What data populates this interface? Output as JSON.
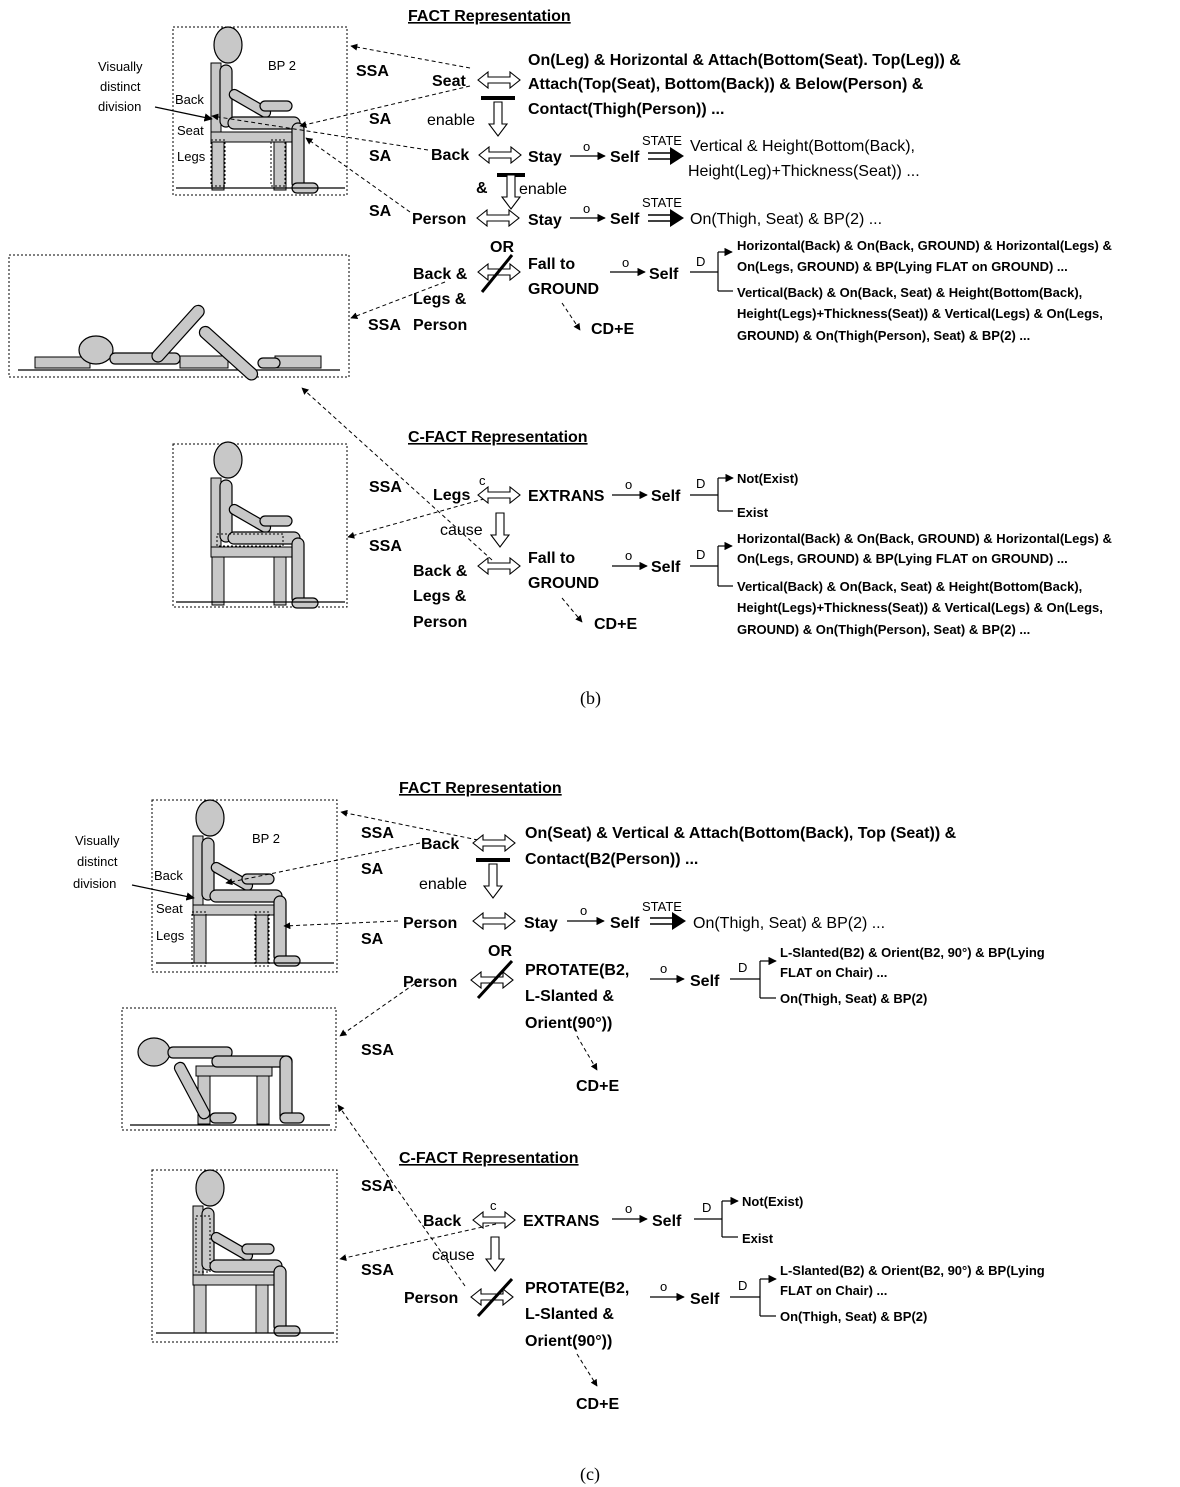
{
  "panel_b": {
    "fact_heading": "FACT Representation",
    "cfact_heading": "C-FACT Representation",
    "caption": "(b)",
    "figure_labels": {
      "visually_distinct_division": [
        "Visually",
        "distinct",
        "division"
      ],
      "bp2": "BP 2",
      "back": "Back",
      "seat": "Seat",
      "legs": "Legs"
    },
    "relations": {
      "ssa": "SSA",
      "sa": "SA",
      "enable": "enable",
      "cause": "cause",
      "or": "OR",
      "amp": "&",
      "o": "o",
      "d": "D",
      "c": "c",
      "state": "STATE",
      "cde": "CD+E"
    },
    "fact": {
      "seat_entity": "Seat",
      "seat_desc": [
        "On(Leg) & Horizontal & Attach(Bottom(Seat). Top(Leg)) &",
        "Attach(Top(Seat), Bottom(Back)) & Below(Person) &",
        "Contact(Thigh(Person)) ..."
      ],
      "back_entity": "Back",
      "stay": "Stay",
      "self": "Self",
      "back_state": [
        "Vertical & Height(Bottom(Back),",
        "Height(Leg)+Thickness(Seat)) ..."
      ],
      "person_entity": "Person",
      "person_state": "On(Thigh, Seat) & BP(2) ...",
      "group_entity": [
        "Back &",
        "Legs &",
        "Person"
      ],
      "fall": [
        "Fall to",
        "GROUND"
      ],
      "outcome1": [
        "Horizontal(Back) & On(Back, GROUND) & Horizontal(Legs) &",
        "On(Legs, GROUND) & BP(Lying FLAT on GROUND) ..."
      ],
      "outcome2": [
        "Vertical(Back) & On(Back, Seat) & Height(Bottom(Back),",
        "Height(Legs)+Thickness(Seat)) & Vertical(Legs) & On(Legs,",
        "GROUND) & On(Thigh(Person), Seat) & BP(2) ..."
      ]
    },
    "cfact": {
      "legs_entity": "Legs",
      "extrans": "EXTRANS",
      "self": "Self",
      "not_exist": "Not(Exist)",
      "exist": "Exist",
      "group_entity": [
        "Back &",
        "Legs &",
        "Person"
      ],
      "fall": [
        "Fall to",
        "GROUND"
      ],
      "outcome1": [
        "Horizontal(Back) & On(Back, GROUND) & Horizontal(Legs) &",
        "On(Legs, GROUND) & BP(Lying FLAT on GROUND) ..."
      ],
      "outcome2": [
        "Vertical(Back) & On(Back, Seat) & Height(Bottom(Back),",
        "Height(Legs)+Thickness(Seat)) & Vertical(Legs) & On(Legs,",
        "GROUND) & On(Thigh(Person), Seat) & BP(2) ..."
      ]
    }
  },
  "panel_c": {
    "fact_heading": "FACT Representation",
    "cfact_heading": "C-FACT Representation",
    "caption": "(c)",
    "figure_labels": {
      "visually_distinct_division": [
        "Visually",
        "distinct",
        "division"
      ],
      "bp2": "BP 2",
      "back": "Back",
      "seat": "Seat",
      "legs": "Legs"
    },
    "relations": {
      "ssa": "SSA",
      "sa": "SA",
      "enable": "enable",
      "cause": "cause",
      "or": "OR",
      "o": "o",
      "d": "D",
      "c": "c",
      "state": "STATE",
      "cde": "CD+E"
    },
    "fact": {
      "back_entity": "Back",
      "back_desc": [
        "On(Seat) & Vertical & Attach(Bottom(Back), Top (Seat)) &",
        "Contact(B2(Person)) ..."
      ],
      "person_entity": "Person",
      "stay": "Stay",
      "self": "Self",
      "person_state": "On(Thigh, Seat) & BP(2) ...",
      "person2_entity": "Person",
      "protate": [
        "PROTATE(B2,",
        "L-Slanted &",
        "Orient(90°))"
      ],
      "outcome1": [
        "L-Slanted(B2) & Orient(B2, 90°) & BP(Lying",
        "FLAT on Chair) ..."
      ],
      "outcome2": "On(Thigh, Seat) & BP(2)"
    },
    "cfact": {
      "back_entity": "Back",
      "extrans": "EXTRANS",
      "self": "Self",
      "not_exist": "Not(Exist)",
      "exist": "Exist",
      "person_entity": "Person",
      "protate": [
        "PROTATE(B2,",
        "L-Slanted &",
        "Orient(90°))"
      ],
      "outcome1": [
        "L-Slanted(B2) & Orient(B2, 90°) & BP(Lying",
        "FLAT on Chair) ..."
      ],
      "outcome2": "On(Thigh, Seat) & BP(2)"
    }
  }
}
